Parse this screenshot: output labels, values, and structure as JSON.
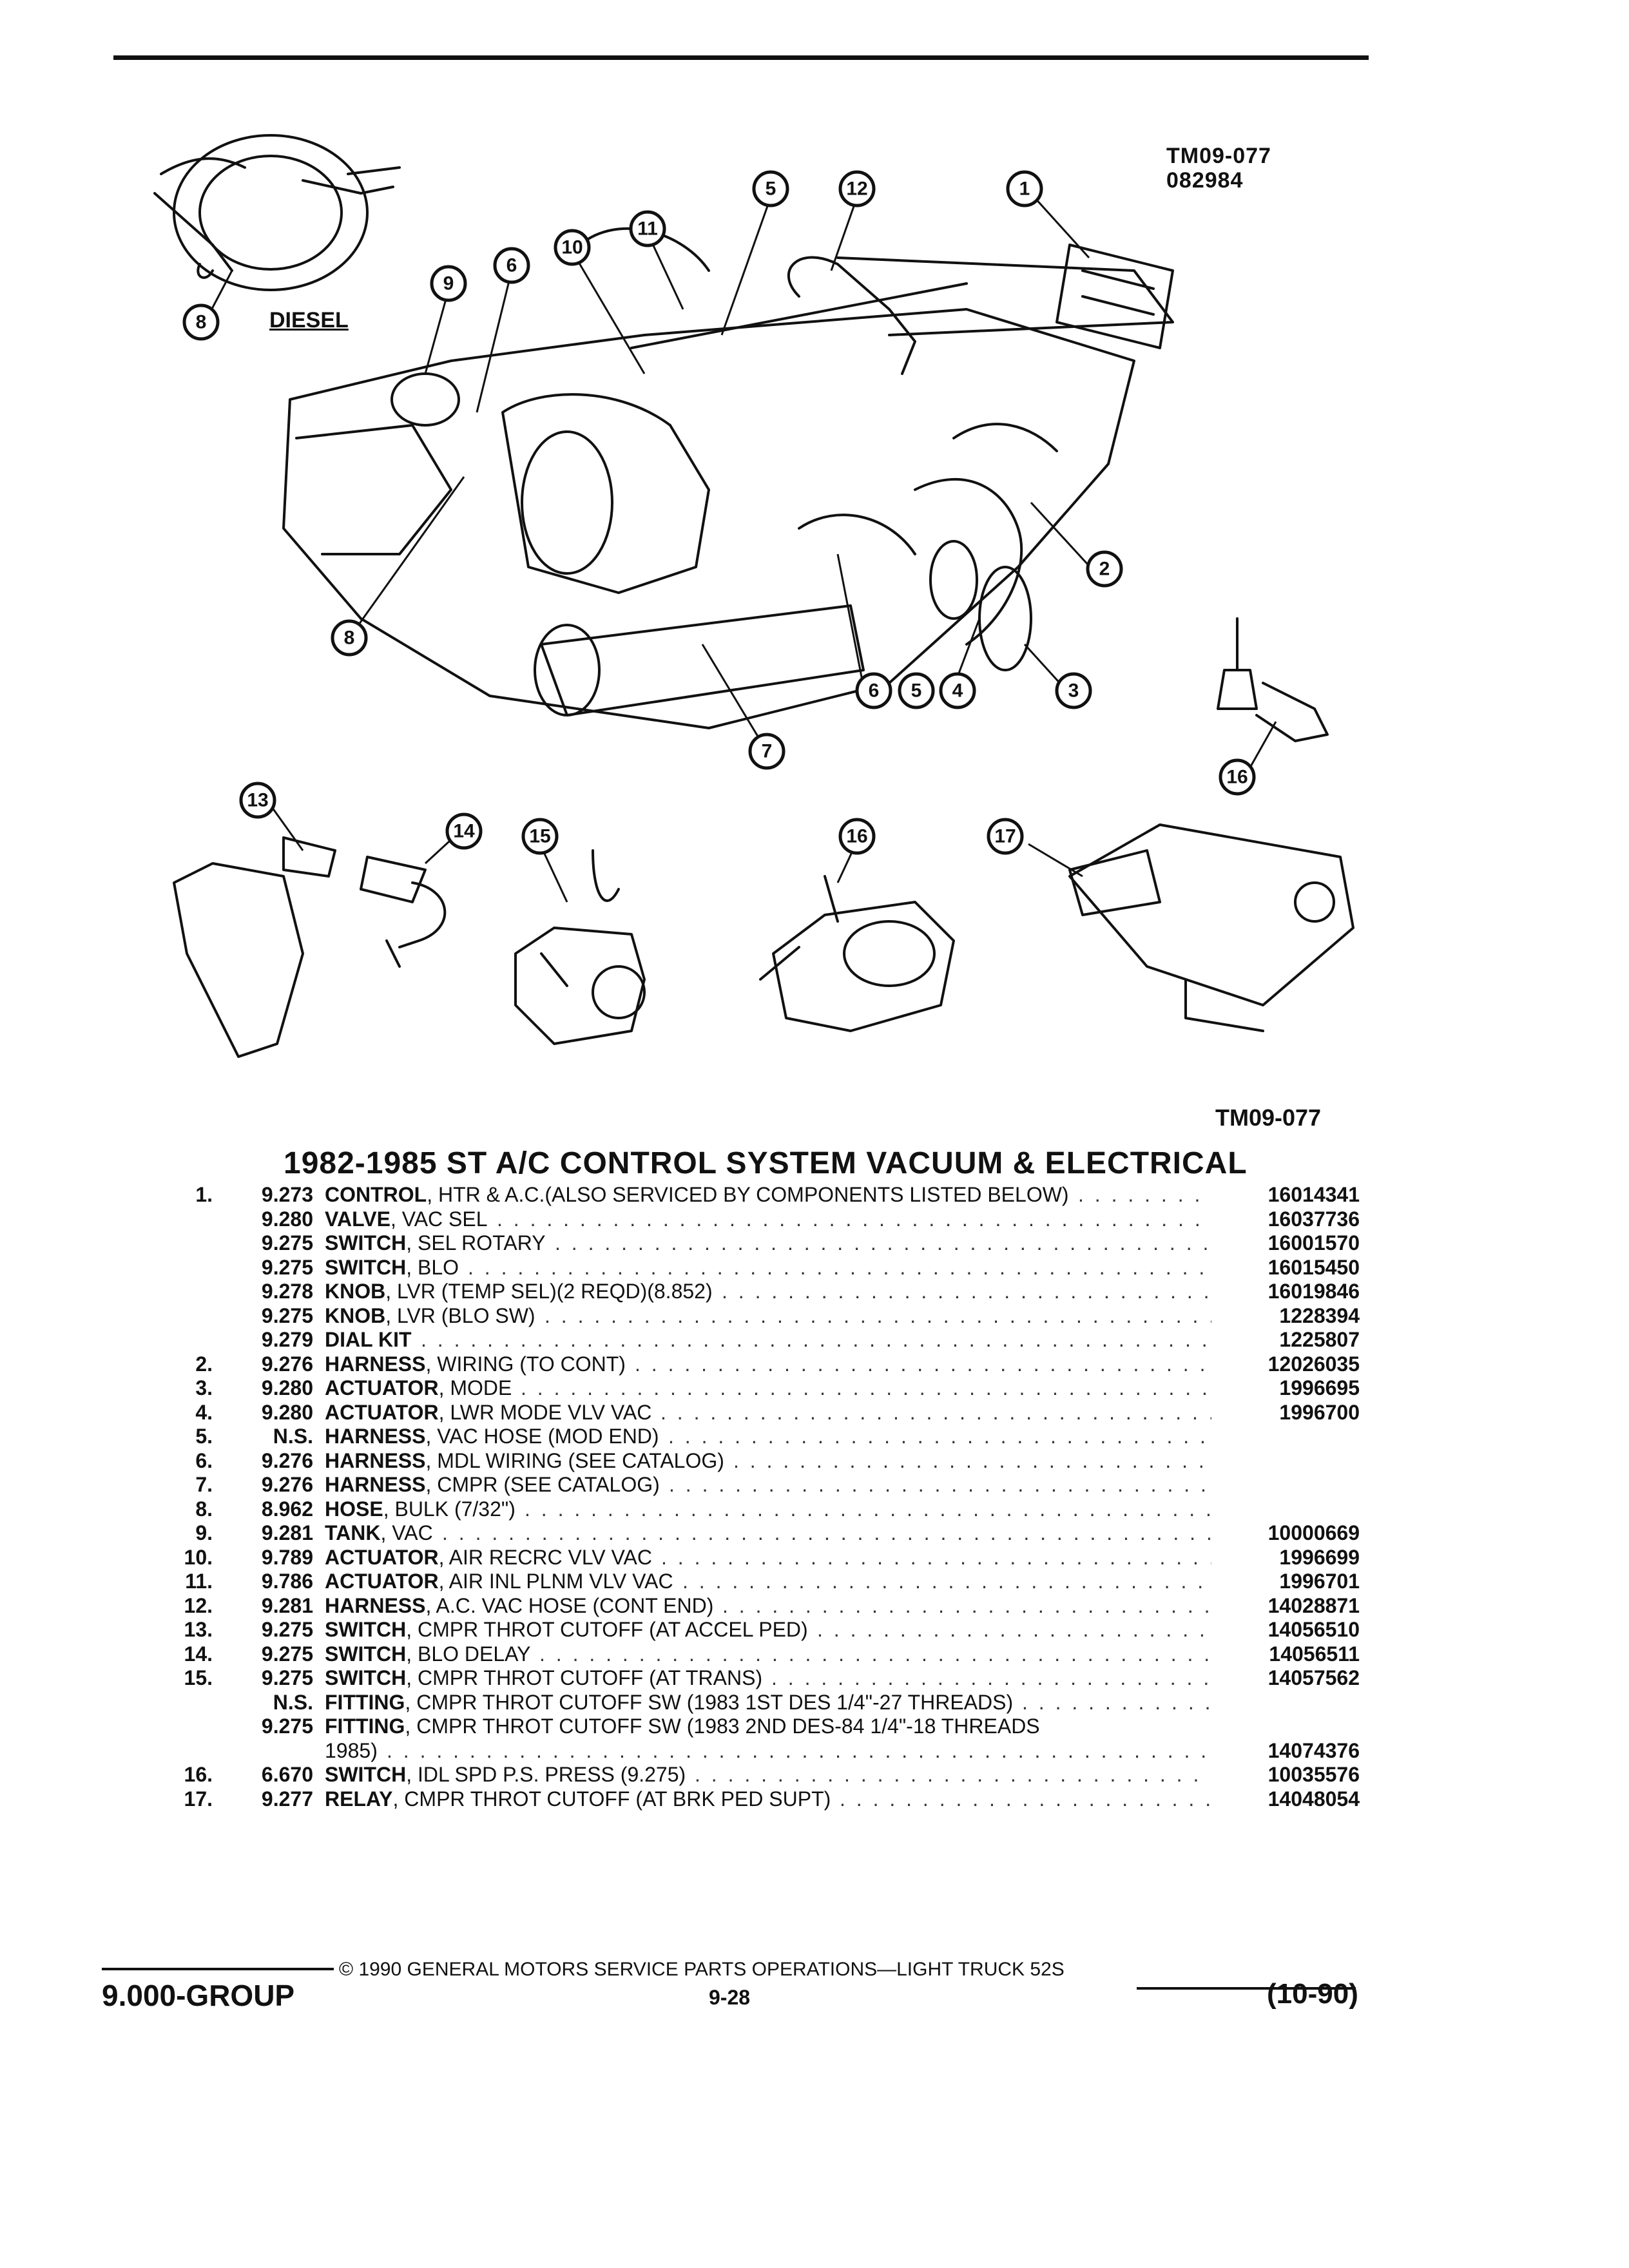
{
  "header": {
    "illustration_code": "TM09-077",
    "illustration_date": "082984",
    "bottom_illustration_code": "TM09-077",
    "diesel_label": "DIESEL"
  },
  "diagram": {
    "callouts": [
      "1",
      "2",
      "3",
      "4",
      "5",
      "6",
      "7",
      "8",
      "9",
      "10",
      "11",
      "12",
      "13",
      "14",
      "15",
      "16",
      "17"
    ]
  },
  "title": "1982-1985 ST A/C CONTROL SYSTEM VACUUM & ELECTRICAL",
  "parts": [
    {
      "idx": "1.",
      "group": "9.273",
      "name": "CONTROL",
      "desc": ", HTR & A.C.(ALSO SERVICED BY COMPONENTS LISTED BELOW)",
      "part": "16014341"
    },
    {
      "idx": "",
      "group": "9.280",
      "name": "VALVE",
      "desc": ", VAC SEL",
      "part": "16037736"
    },
    {
      "idx": "",
      "group": "9.275",
      "name": "SWITCH",
      "desc": ", SEL ROTARY",
      "part": "16001570"
    },
    {
      "idx": "",
      "group": "9.275",
      "name": "SWITCH",
      "desc": ", BLO",
      "part": "16015450"
    },
    {
      "idx": "",
      "group": "9.278",
      "name": "KNOB",
      "desc": ", LVR (TEMP SEL)(2 REQD)(8.852)",
      "part": "16019846"
    },
    {
      "idx": "",
      "group": "9.275",
      "name": "KNOB",
      "desc": ", LVR (BLO SW)",
      "part": "1228394"
    },
    {
      "idx": "",
      "group": "9.279",
      "name": "DIAL KIT",
      "desc": "",
      "part": "1225807"
    },
    {
      "idx": "2.",
      "group": "9.276",
      "name": "HARNESS",
      "desc": ", WIRING (TO CONT)",
      "part": "12026035"
    },
    {
      "idx": "3.",
      "group": "9.280",
      "name": "ACTUATOR",
      "desc": ", MODE",
      "part": "1996695"
    },
    {
      "idx": "4.",
      "group": "9.280",
      "name": "ACTUATOR",
      "desc": ", LWR MODE VLV VAC",
      "part": "1996700"
    },
    {
      "idx": "5.",
      "group": "N.S.",
      "name": "HARNESS",
      "desc": ", VAC HOSE (MOD END)",
      "part": ""
    },
    {
      "idx": "6.",
      "group": "9.276",
      "name": "HARNESS",
      "desc": ", MDL WIRING (SEE CATALOG)",
      "part": ""
    },
    {
      "idx": "7.",
      "group": "9.276",
      "name": "HARNESS",
      "desc": ", CMPR (SEE CATALOG)",
      "part": ""
    },
    {
      "idx": "8.",
      "group": "8.962",
      "name": "HOSE",
      "desc": ", BULK (7/32\")",
      "part": ""
    },
    {
      "idx": "9.",
      "group": "9.281",
      "name": "TANK",
      "desc": ", VAC",
      "part": "10000669"
    },
    {
      "idx": "10.",
      "group": "9.789",
      "name": "ACTUATOR",
      "desc": ", AIR RECRC VLV VAC",
      "part": "1996699"
    },
    {
      "idx": "11.",
      "group": "9.786",
      "name": "ACTUATOR",
      "desc": ", AIR INL PLNM VLV VAC",
      "part": "1996701"
    },
    {
      "idx": "12.",
      "group": "9.281",
      "name": "HARNESS",
      "desc": ", A.C. VAC HOSE (CONT END)",
      "part": "14028871"
    },
    {
      "idx": "13.",
      "group": "9.275",
      "name": "SWITCH",
      "desc": ", CMPR THROT CUTOFF (AT ACCEL PED)",
      "part": "14056510"
    },
    {
      "idx": "14.",
      "group": "9.275",
      "name": "SWITCH",
      "desc": ", BLO DELAY",
      "part": "14056511"
    },
    {
      "idx": "15.",
      "group": "9.275",
      "name": "SWITCH",
      "desc": ", CMPR THROT CUTOFF (AT TRANS)",
      "part": "14057562"
    },
    {
      "idx": "",
      "group": "N.S.",
      "name": "FITTING",
      "desc": ", CMPR THROT CUTOFF SW (1983 1ST DES 1/4\"-27 THREADS)",
      "part": ""
    },
    {
      "idx": "",
      "group": "9.275",
      "name": "FITTING",
      "desc": ", CMPR THROT CUTOFF SW (1983 2ND DES-84 1/4\"-18 THREADS",
      "part": "",
      "noleader": true
    },
    {
      "idx": "",
      "group": "",
      "name": "",
      "desc": "1985)",
      "part": "14074376"
    },
    {
      "idx": "16.",
      "group": "6.670",
      "name": "SWITCH",
      "desc": ", IDL SPD P.S. PRESS (9.275)",
      "part": "10035576"
    },
    {
      "idx": "17.",
      "group": "9.277",
      "name": "RELAY",
      "desc": ", CMPR THROT CUTOFF (AT BRK PED SUPT)",
      "part": "14048054"
    }
  ],
  "footer": {
    "group": "9.000-GROUP",
    "copyright": "© 1990 GENERAL MOTORS SERVICE PARTS OPERATIONS—LIGHT TRUCK 52S",
    "page": "9-28",
    "revision": "(10-90)"
  }
}
